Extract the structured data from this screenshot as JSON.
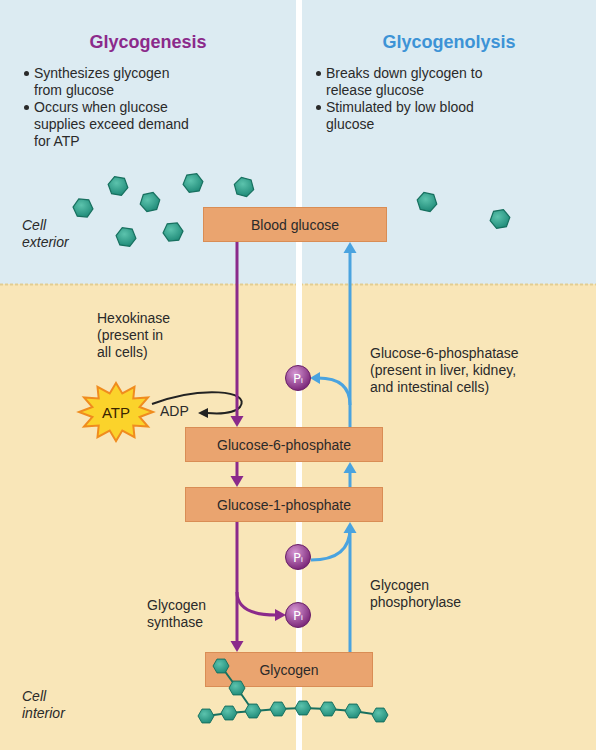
{
  "diagram": {
    "nodes": [
      {
        "text": [
          "Glycogenesis",
          "Synthesizes glycogen from glucose",
          "Occurs when glucose supplies exceed demand for ATP"
        ]
      },
      {
        "text": [
          "Glycogenolysis",
          "Breaks down glycogen to release glucose",
          "Stimulated by low blood glucose"
        ]
      },
      {
        "text": [
          "Blood glucose"
        ]
      },
      {
        "text": [
          "ATP"
        ]
      },
      {
        "text": [
          "Pᵢ"
        ]
      },
      {
        "text": [
          "Glucose-6-phosphate"
        ]
      },
      {
        "text": [
          "Glucose-1-phosphate"
        ]
      },
      {
        "text": [
          "Pᵢ"
        ]
      },
      {
        "text": [
          "Pᵢ"
        ]
      },
      {
        "text": [
          "Glycogen"
        ]
      }
    ],
    "edges": [
      {
        "from": 2,
        "to": 5,
        "arrow": "to",
        "label": "Hexokinase (present in all cells)"
      },
      {
        "from": 5,
        "to": 6,
        "arrow": "to"
      },
      {
        "from": 6,
        "to": 9,
        "arrow": "to",
        "label": "Glycogen synthase"
      },
      {
        "from": 9,
        "to": 6,
        "arrow": "to",
        "label": "Glycogen phosphorylase"
      },
      {
        "from": 6,
        "to": 5,
        "arrow": "to"
      },
      {
        "from": 5,
        "to": 2,
        "arrow": "to",
        "label": "Glucose-6-phosphatase (present in liver, kidney, and intestinal cells)"
      }
    ],
    "labels": [
      "Cell exterior",
      "ADP",
      "Cell interior"
    ]
  }
}
